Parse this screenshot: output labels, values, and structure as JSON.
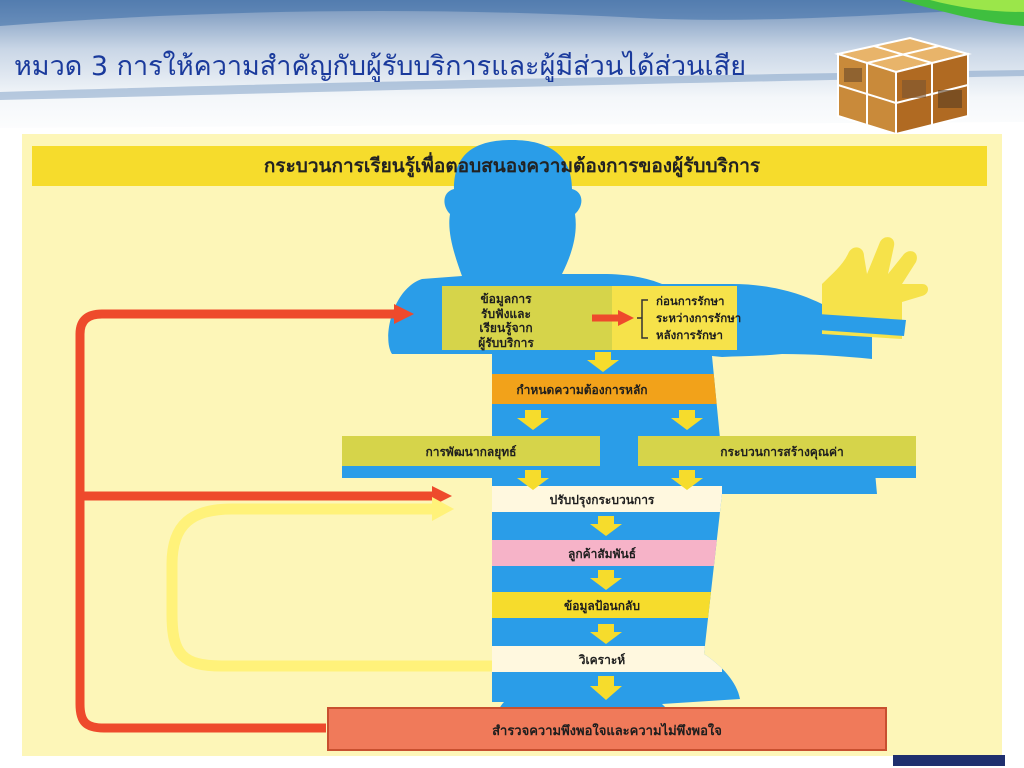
{
  "slide": {
    "title": "หมวด 3 การให้ความสำคัญกับผู้รับบริการและผู้มีส่วนได้ส่วนเสีย"
  },
  "diagram": {
    "title": "กระบวนการเรียนรู้เพื่อตอบสนองความต้องการของผู้รับบริการ",
    "source_lines": [
      "ข้อมูลการ",
      "รับฟังและ",
      "เรียนรู้จาก",
      "ผู้รับบริการ"
    ],
    "stages": [
      "ก่อนการรักษา",
      "ระหว่างการรักษา",
      "หลังการรักษา"
    ],
    "steps": {
      "define_needs": "กำหนดความต้องการหลัก",
      "strategy": "การพัฒนากลยุทธ์",
      "value_creation": "กระบวนการสร้างคุณค่า",
      "improve_process": "ปรับปรุงกระบวนการ",
      "customer_relations": "ลูกค้าสัมพันธ์",
      "feedback": "ข้อมูลป้อนกลับ",
      "analyze": "วิเคราะห์",
      "survey": "สำรวจความพึงพอใจและความไม่พึงพอใจ"
    }
  },
  "colors": {
    "title_blue": "#1a3a9c",
    "panel_bg": "#fdf6b8",
    "figure_blue": "#2a9de8",
    "band_olive": "#d6d44a",
    "band_orange": "#f2a21a",
    "band_pink": "#f6b3c8",
    "band_yellow": "#f6dc2c",
    "band_cream": "#fff8df",
    "survey_red": "#f07a5a",
    "loop_red": "#ee4a2c",
    "loop_yellow": "#fff27a",
    "hand_yellow": "#f6e24a"
  }
}
